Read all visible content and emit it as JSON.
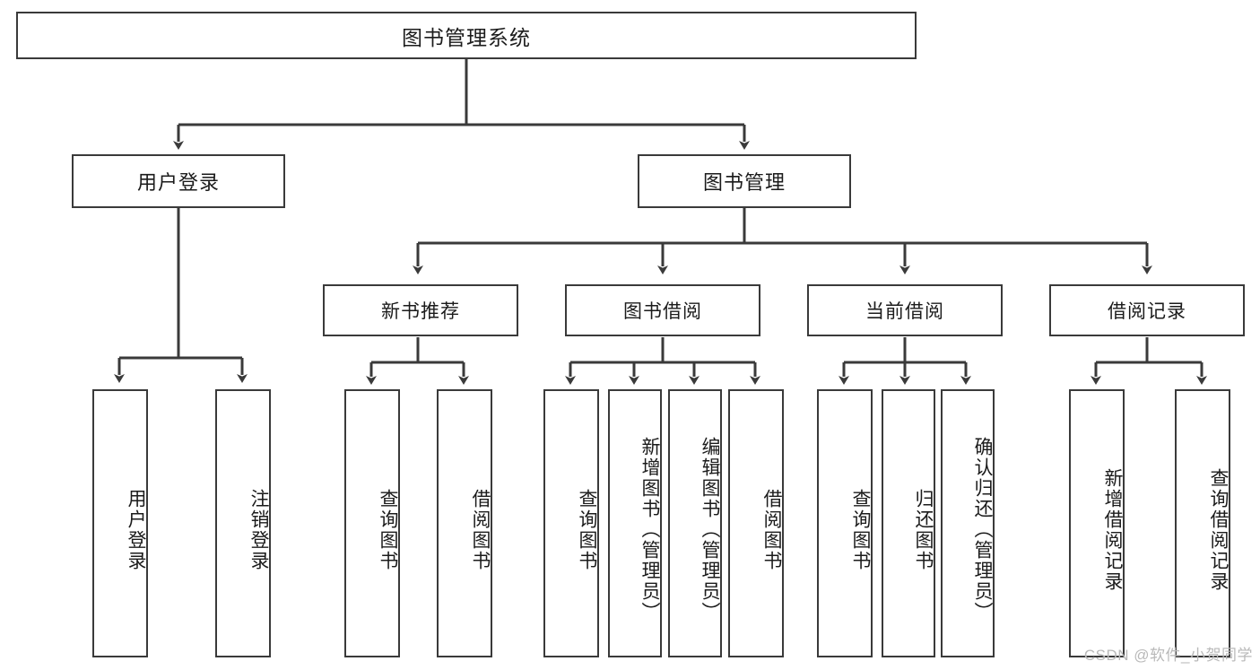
{
  "diagram": {
    "title": "图书管理系统",
    "type": "tree-hierarchy",
    "watermark": "CSDN @软件_小贺同学",
    "colors": {
      "stroke": "#3a3a3a",
      "background": "#ffffff",
      "text": "#1b1b1b",
      "watermark": "#b9b9b9"
    },
    "nodes": {
      "root": {
        "label": "图书管理系统"
      },
      "level2": [
        {
          "label": "用户登录"
        },
        {
          "label": "图书管理"
        }
      ],
      "level3": [
        {
          "label": "新书推荐"
        },
        {
          "label": "图书借阅"
        },
        {
          "label": "当前借阅"
        },
        {
          "label": "借阅记录"
        }
      ],
      "leaves": {
        "user_login": [
          {
            "label": "用户登录"
          },
          {
            "label": "注销登录"
          }
        ],
        "new_book_recommend": [
          {
            "label": "查询图书"
          },
          {
            "label": "借阅图书"
          }
        ],
        "book_borrow": [
          {
            "label": "查询图书"
          },
          {
            "label": "新增图书（管理员）"
          },
          {
            "label": "编辑图书（管理员）"
          },
          {
            "label": "借阅图书"
          }
        ],
        "current_borrow": [
          {
            "label": "查询图书"
          },
          {
            "label": "归还图书"
          },
          {
            "label": "确认归还（管理员）"
          }
        ],
        "borrow_record": [
          {
            "label": "新增借阅记录"
          },
          {
            "label": "查询借阅记录"
          }
        ]
      }
    }
  }
}
